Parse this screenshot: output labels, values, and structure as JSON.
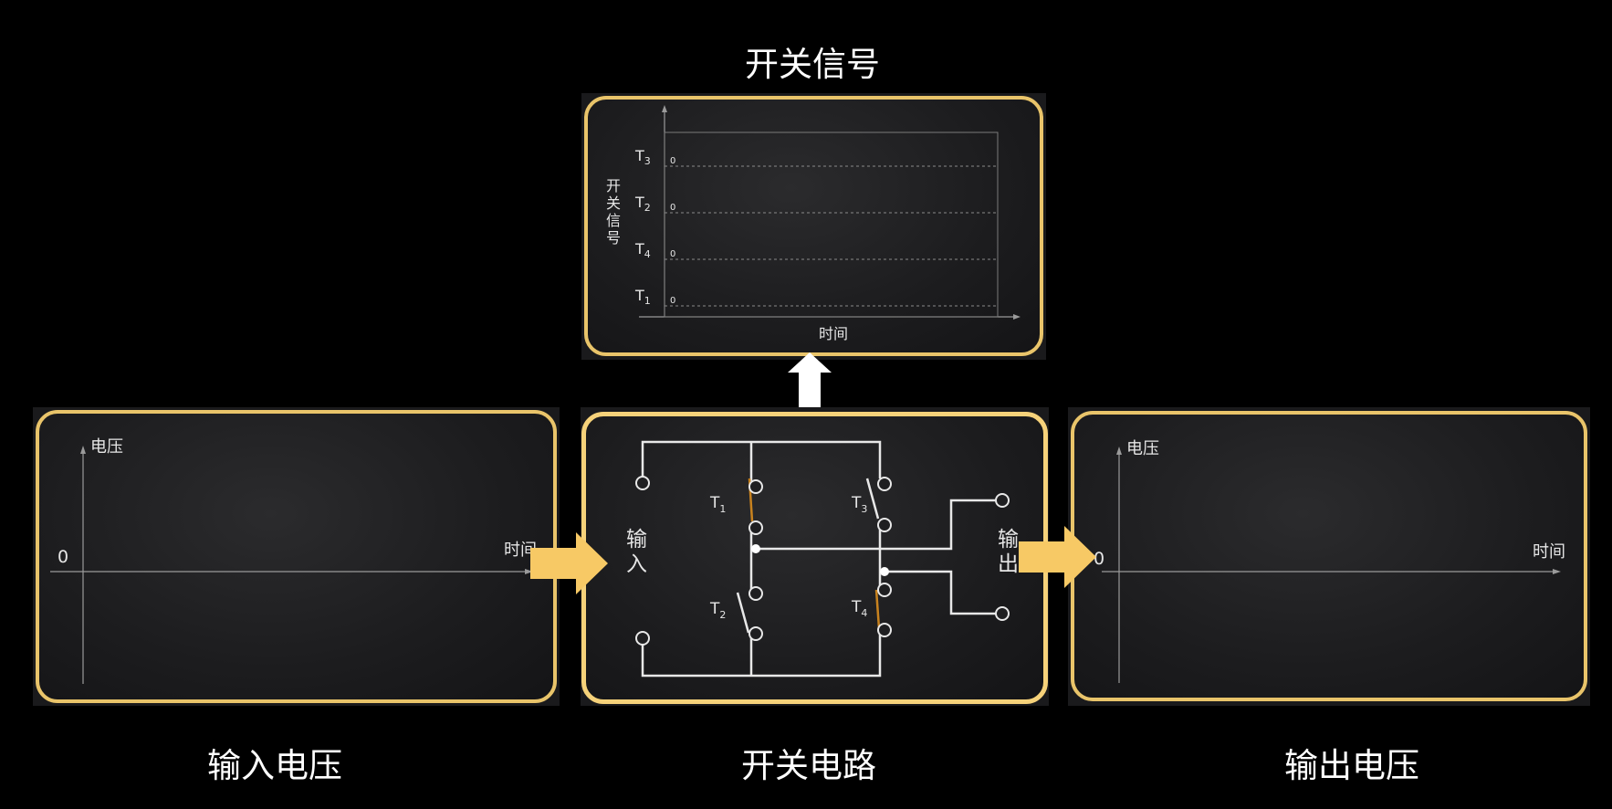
{
  "captions": {
    "top": "开关信号",
    "input": "输入电压",
    "switch": "开关电路",
    "output": "输出电压"
  },
  "signal_chart": {
    "ylabel_chars": [
      "开",
      "关",
      "信",
      "号"
    ],
    "xlabel": "时间",
    "rows": [
      {
        "base": "T",
        "sub": "3",
        "zero": "0"
      },
      {
        "base": "T",
        "sub": "2",
        "zero": "0"
      },
      {
        "base": "T",
        "sub": "4",
        "zero": "0"
      },
      {
        "base": "T",
        "sub": "1",
        "zero": "0"
      }
    ]
  },
  "input_chart": {
    "ylabel": "电压",
    "xlabel": "时间",
    "origin": "0"
  },
  "output_chart": {
    "ylabel": "电压",
    "xlabel": "时间",
    "origin": "0"
  },
  "circuit": {
    "input_chars": [
      "输",
      "入"
    ],
    "output_chars": [
      "输",
      "出"
    ],
    "switches": [
      {
        "base": "T",
        "sub": "1"
      },
      {
        "base": "T",
        "sub": "3"
      },
      {
        "base": "T",
        "sub": "2"
      },
      {
        "base": "T",
        "sub": "4"
      }
    ]
  },
  "colors": {
    "panel_border": "#e9c46a",
    "flow_arrow": "#f7c965",
    "up_arrow": "#ffffff",
    "closed_switch": "#c8821e",
    "wire": "#e8e8e8"
  }
}
